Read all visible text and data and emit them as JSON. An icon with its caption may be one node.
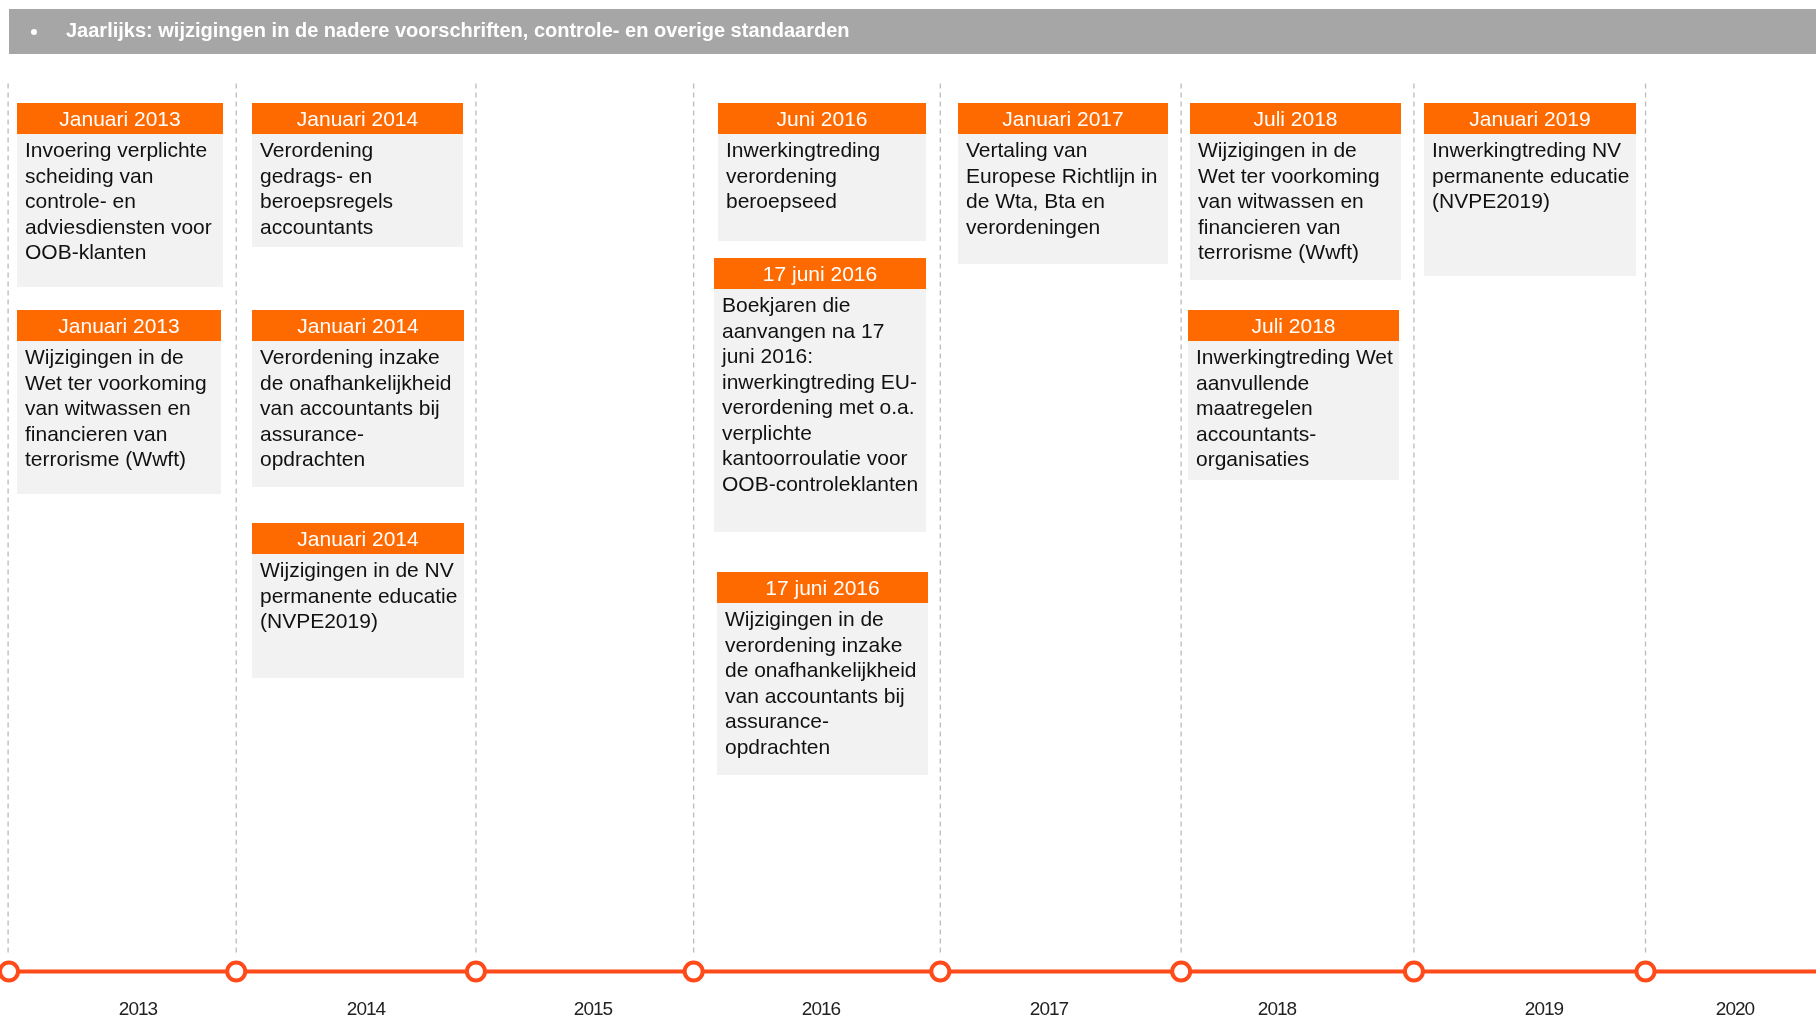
{
  "diagram": {
    "title": "Jaarlijks: wijzigingen in de nadere voorschriften, controle- en overige standaarden",
    "nodes": [
      {
        "text": [
          "Januari 2013",
          "Invoering verplichte scheiding van controle- en adviesdiensten voor OOB-klanten"
        ]
      },
      {
        "text": [
          "Januari 2013",
          "Wijzigingen in de Wet ter voorkoming van witwassen en financieren van terrorisme (Wwft)"
        ]
      },
      {
        "text": [
          "Januari 2014",
          "Verordening gedrags- en beroepsregels accountants"
        ]
      },
      {
        "text": [
          "Januari 2014",
          "Verordening inzake de onafhankelijkheid van accountants bij assurance-opdrachten"
        ]
      },
      {
        "text": [
          "Januari 2014",
          "Wijzigingen in de NV permanente educatie (NVPE2019)"
        ]
      },
      {
        "text": [
          "Juni 2016",
          "Inwerkingtreding verordening beroepseed"
        ]
      },
      {
        "text": [
          "17 juni 2016",
          "Boekjaren die aanvangen na 17 juni 2016: inwerkingtreding EU-verordening met o.a. verplichte kantoorroulatie voor OOB-controleklanten"
        ]
      },
      {
        "text": [
          "17 juni 2016",
          "Wijzigingen in de verordening inzake de onafhankelijkheid van accountants bij assurance-opdrachten"
        ]
      },
      {
        "text": [
          "Januari 2017",
          "Vertaling van Europese Richtlijn in de Wta, Bta en verordeningen"
        ]
      },
      {
        "text": [
          "Juli 2018",
          "Wijzigingen in de Wet ter voorkoming van witwassen en financieren van terrorisme (Wwft)"
        ]
      },
      {
        "text": [
          "Juli 2018",
          "Inwerkingtreding Wet aanvullende maatregelen accountants-organisaties"
        ]
      },
      {
        "text": [
          "Januari 2019",
          "Inwerkingtreding NV permanente educatie (NVPE2019)"
        ]
      }
    ],
    "labels": [
      "2013",
      "2014",
      "2015",
      "2016",
      "2017",
      "2018",
      "2019",
      "2020"
    ]
  }
}
